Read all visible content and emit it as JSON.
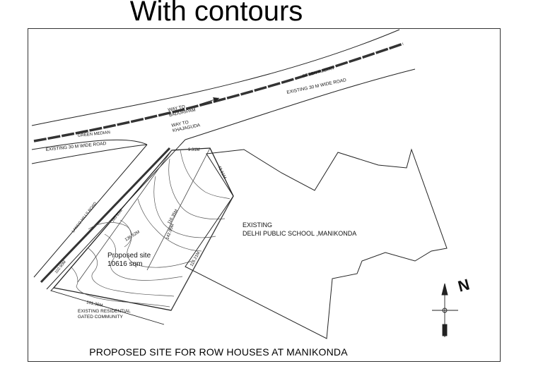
{
  "title": "With contours",
  "labels": {
    "road_upper": "EXISTING 30 M WIDE ROAD",
    "road_left": "EXISTING 30 M WIDE ROAD",
    "median_left": "GREEN MEDIAN",
    "median_right": "GREEN MEDIAN",
    "way_baduripam": "WAY TO\nBADURIPAM",
    "way_khajaguda": "WAY TO\nKHAJAGUDA",
    "lancohills_road": "LANCO HILLS ROAD",
    "school_line1": "EXISTING",
    "school_line2": "DELHI PUBLIC SCHOOL ,MANIKONDA",
    "site_line1": "Proposed site",
    "site_line2": "10616 sqm",
    "residential_line1": "EXISTING RESIDENTIAL",
    "residential_line2": "GATED COMMUNITY",
    "north": "N",
    "caption": "PROPOSED SITE FOR ROW HOUSES  AT MANIKONDA"
  },
  "dimensions": {
    "top": "9.31M",
    "right_upper": "43.61M",
    "right_lower": "116.21M",
    "bottom": "101.36M",
    "left_inner": "165.65M",
    "diag_a": "136.52M",
    "diag_b": "116.35M",
    "diag_c": "142.95M",
    "left_outer": "102.90M"
  },
  "colors": {
    "line": "#222222",
    "median": "#333333",
    "background": "#ffffff"
  }
}
